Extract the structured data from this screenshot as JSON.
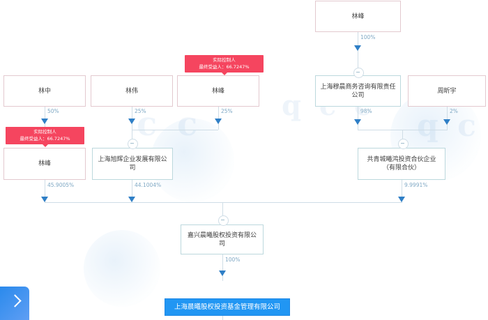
{
  "diagram": {
    "title": "股权结构图",
    "colors": {
      "person_border": "#e3c9cf",
      "company_border": "#bcd8dd",
      "target_fill": "#2196f3",
      "badge_fill": "#f5455f",
      "line": "#cfdde6",
      "arrow": "#2f7fc6",
      "percent_text": "#7fa8c4"
    },
    "badges": [
      {
        "line1": "实际控制人",
        "line2": "最终受益人：66.7247%"
      },
      {
        "line1": "实际控制人",
        "line2": "最终受益人：66.7247%"
      }
    ],
    "nodes": {
      "lin_feng_top": "林峰",
      "lin_zhong": "林中",
      "lin_wei": "林伟",
      "lin_feng_mid_top": "林峰",
      "mu_chen": "上海穆晨商务咨询有限责任公司",
      "zhou_xinyu": "周昕宇",
      "lin_feng_left": "林峰",
      "xuhui": "上海旭辉企业发展有限公司",
      "xihong": "共青城曦鸿投资合伙企业（有限合伙）",
      "jiaxing": "嘉兴晨曦股权投资有限公司",
      "target": "上海晨曦股权投资基金管理有限公司"
    },
    "percentages": {
      "lin_feng_to_mu_chen": "100%",
      "lin_zhong_to_lin_feng": "50%",
      "lin_wei_to_xuhui": "25%",
      "lin_feng_to_xuhui": "25%",
      "mu_chen_to_xihong": "98%",
      "zhou_to_xihong": "2%",
      "lin_feng_to_jiaxing": "45.9005%",
      "xuhui_to_jiaxing": "44.1004%",
      "xihong_to_jiaxing": "9.9991%",
      "jiaxing_to_target": "100%"
    },
    "watermark": {
      "text_top_right": "q c c",
      "text_mid_right": "q c c",
      "text_mid_left": "c c"
    },
    "logo": {
      "name": "app-logo",
      "glyph": "chevron-right"
    }
  }
}
